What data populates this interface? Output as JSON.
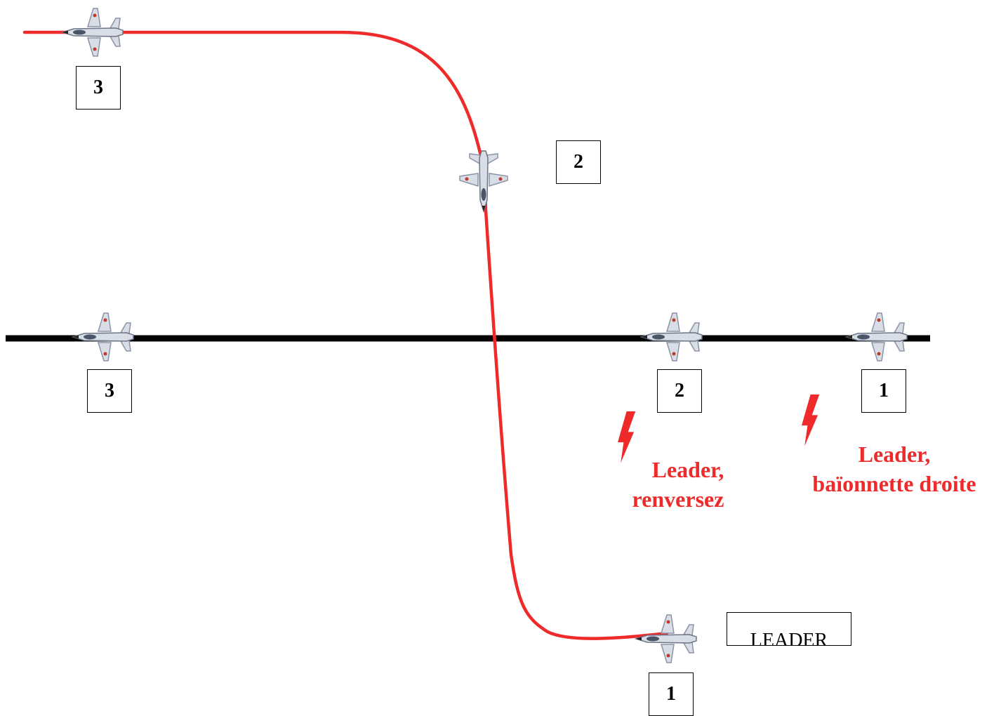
{
  "labels": {
    "top_left_3": "3",
    "top_2": "2",
    "line_3": "3",
    "line_2": "2",
    "line_1": "1",
    "bottom_1": "1",
    "leader_tag": "LEADER"
  },
  "radio_calls": {
    "call_2_line1": "Leader,",
    "call_2_line2": "renversez",
    "call_1_line1": "Leader,",
    "call_1_line2": "baïonnette droite"
  },
  "colors": {
    "path": "#ee2a2a",
    "baseline": "#000000",
    "callout": "#ee2a2a",
    "aircraft_body": "#d9dde6"
  },
  "icons": {
    "aircraft": "jet-aircraft-icon",
    "radio": "lightning-radio-icon"
  }
}
